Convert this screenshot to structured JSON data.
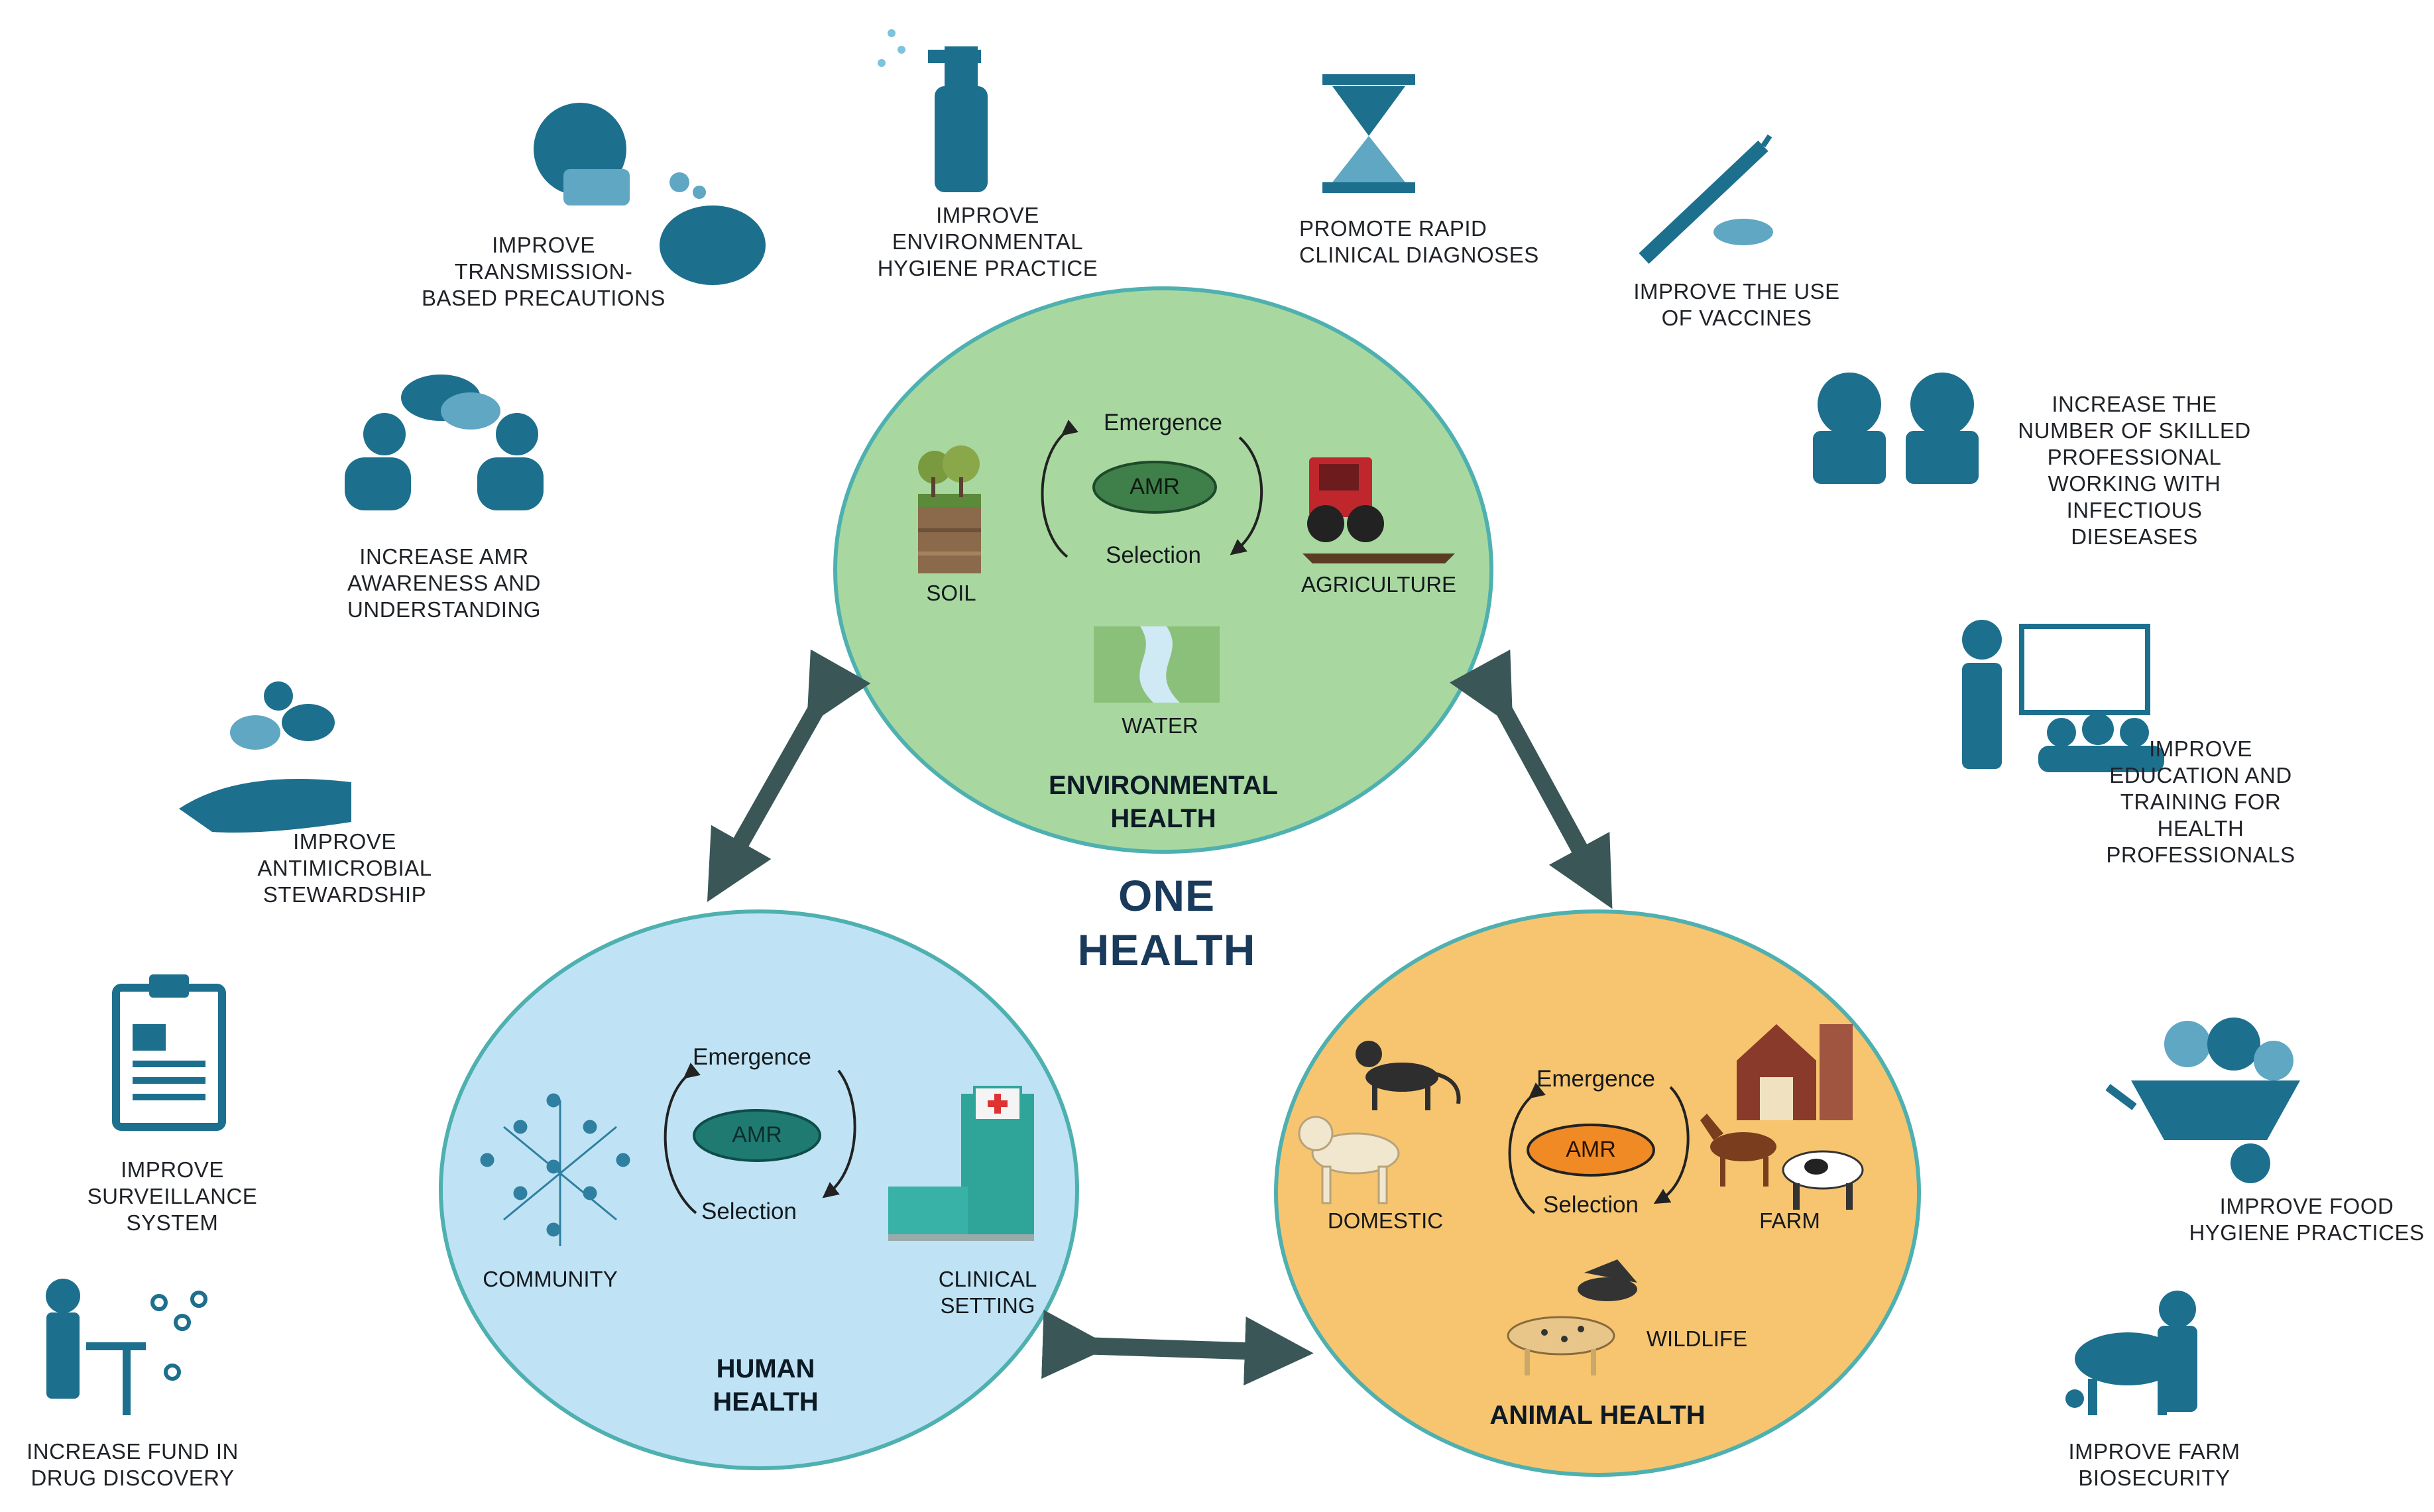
{
  "center_title": [
    "ONE",
    "HEALTH"
  ],
  "colors": {
    "icon_blue": "#1d6f8e",
    "environment_fill": "#a8d8a0",
    "human_fill": "#bfe3f5",
    "animal_fill": "#f7c56f",
    "circle_stroke": "#4fb0b0",
    "arrow": "#3a5656",
    "amr_env": "#3f7f4a",
    "amr_human": "#1f7a72",
    "amr_animal": "#f08a25"
  },
  "environmental": {
    "title": [
      "ENVIRONMENTAL",
      "HEALTH"
    ],
    "emergence": "Emergence",
    "selection": "Selection",
    "amr": "AMR",
    "soil": "SOIL",
    "agriculture": "AGRICULTURE",
    "water": "WATER"
  },
  "human": {
    "title": [
      "HUMAN",
      "HEALTH"
    ],
    "emergence": "Emergence",
    "selection": "Selection",
    "amr": "AMR",
    "community": "COMMUNITY",
    "clinical": [
      "CLINICAL",
      "SETTING"
    ]
  },
  "animal": {
    "title": "ANIMAL HEALTH",
    "emergence": "Emergence",
    "selection": "Selection",
    "amr": "AMR",
    "domestic": "DOMESTIC",
    "farm": "FARM",
    "wildlife": "WILDLIFE"
  },
  "strategies": {
    "transmission": [
      "IMPROVE",
      "TRANSMISSION-",
      "BASED PRECAUTIONS"
    ],
    "env_hygiene": [
      "IMPROVE",
      "ENVIRONMENTAL",
      "HYGIENE PRACTICE"
    ],
    "diagnoses": [
      "PROMOTE RAPID",
      "CLINICAL DIAGNOSES"
    ],
    "vaccines": [
      "IMPROVE THE USE",
      "OF VACCINES"
    ],
    "skilled": [
      "INCREASE THE",
      "NUMBER OF SKILLED",
      "PROFESSIONAL",
      "WORKING WITH",
      "INFECTIOUS",
      "DIESEASES"
    ],
    "awareness": [
      "INCREASE AMR",
      "AWARENESS AND",
      "UNDERSTANDING"
    ],
    "education": [
      "IMPROVE",
      "EDUCATION  AND",
      "TRAINING FOR",
      "HEALTH",
      "PROFESSIONALS"
    ],
    "stewardship": [
      "IMPROVE",
      "ANTIMICROBIAL",
      "STEWARDSHIP"
    ],
    "surveillance": [
      "IMPROVE",
      "SURVEILLANCE",
      "SYSTEM"
    ],
    "food": [
      "IMPROVE FOOD",
      "HYGIENE PRACTICES"
    ],
    "drug": [
      "INCREASE FUND IN",
      "DRUG DISCOVERY"
    ],
    "biosecurity": [
      "IMPROVE FARM",
      "BIOSECURITY"
    ]
  }
}
